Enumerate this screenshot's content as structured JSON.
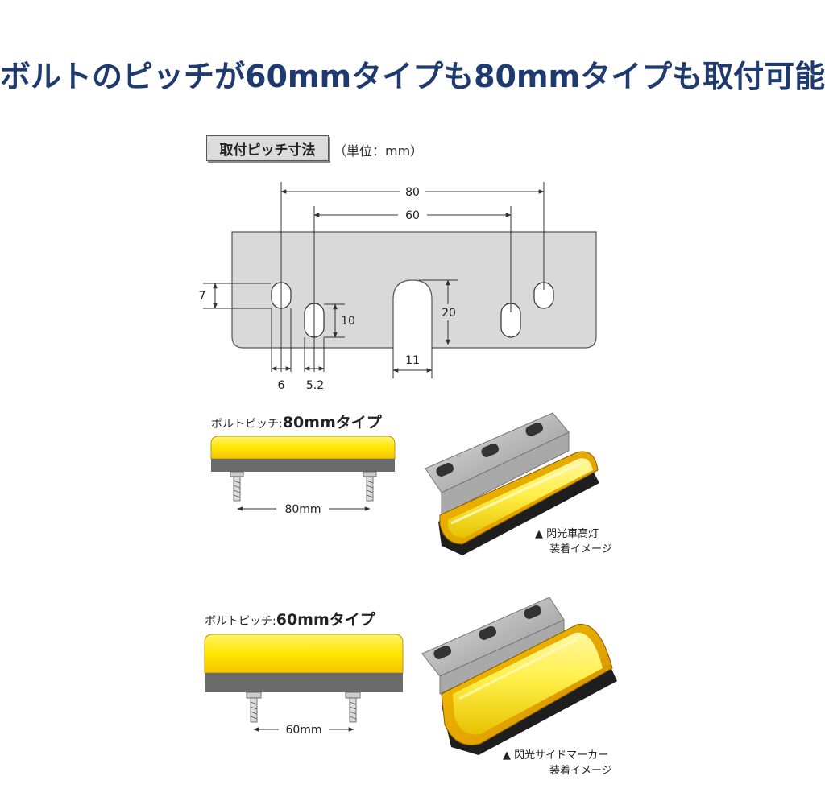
{
  "headline": "ボルトのピッチが60mmタイプも80mmタイプも取付可能",
  "dimension_box_label": "取付ピッチ寸法",
  "unit_note": "（単位：mm）",
  "dimensions": {
    "pitch_wide": "80",
    "pitch_narrow": "60",
    "hole_height_small": "7",
    "hole_height_large": "10",
    "slot_depth": "20",
    "slot_width": "11",
    "hole_width_small": "6",
    "hole_width_large": "5.2"
  },
  "type_80": {
    "prefix": "ボルトピッチ:",
    "value": "80mmタイプ",
    "bolt_spacing_label": "80mm",
    "caption_line1": "▲ 閃光車高灯",
    "caption_line2": "装着イメージ"
  },
  "type_60": {
    "prefix": "ボルトピッチ:",
    "value": "60mmタイプ",
    "bolt_spacing_label": "60mm",
    "caption_line1": "▲ 閃光サイドマーカー",
    "caption_line2": "装着イメージ"
  },
  "colors": {
    "title": "#1f3a6e",
    "lens_yellow": "#ffe600",
    "base_gray": "#6b6b6b",
    "plate_gray": "#d9d9d9"
  }
}
